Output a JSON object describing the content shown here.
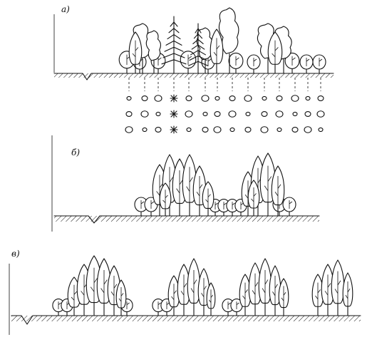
{
  "panels": [
    {
      "id": "a",
      "label": "а)"
    },
    {
      "id": "b",
      "label": "б)"
    },
    {
      "id": "v",
      "label": "в)"
    }
  ]
}
